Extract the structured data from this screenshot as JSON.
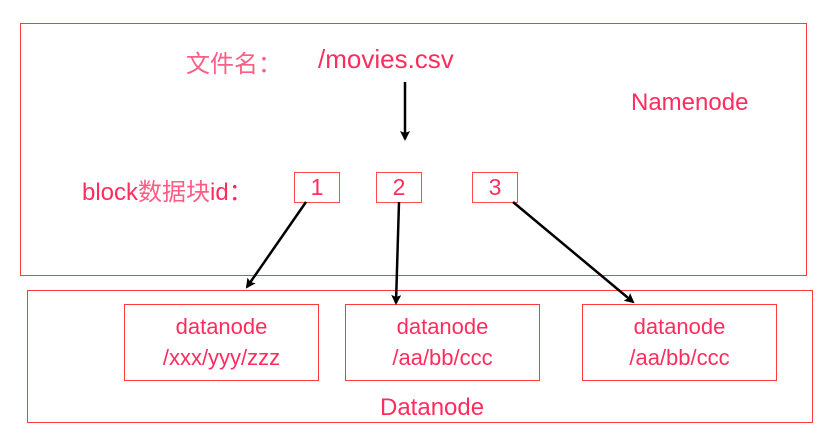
{
  "namenode": {
    "label": "Namenode",
    "file_label": "文件名：",
    "file_name": "/movies.csv",
    "block_label_prefix": "block",
    "block_label_cjk": "数据块",
    "block_label_suffix": "id：",
    "block_ids": [
      "1",
      "2",
      "3"
    ]
  },
  "datanode": {
    "label": "Datanode",
    "nodes": [
      {
        "name": "datanode",
        "path": "/xxx/yyy/zzz"
      },
      {
        "name": "datanode",
        "path": "/aa/bb/ccc"
      },
      {
        "name": "datanode",
        "path": "/aa/bb/ccc"
      }
    ]
  },
  "colors": {
    "box_border": "#ff3b3b",
    "text": "#ff2d5e",
    "arrow": "#000000"
  }
}
